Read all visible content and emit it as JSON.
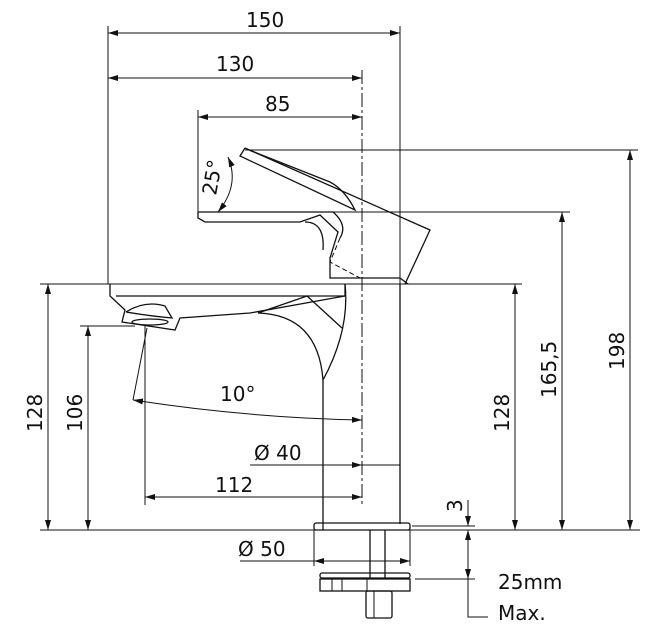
{
  "title": "Basin mixer technical drawing",
  "dimensions": {
    "overall_width": "150",
    "spout_reach_to_axis": "130",
    "lever_length": "85",
    "lever_angle": "25°",
    "spout_angle": "10°",
    "body_diameter": "Ø 40",
    "outlet_to_axis": "112",
    "base_diameter": "Ø 50",
    "base_thickness": "3",
    "height_to_base_left": "128",
    "outlet_height": "106",
    "height_to_base_right": "128",
    "height_to_lever": "165,5",
    "overall_height": "198",
    "deck_thickness_line1": "25mm",
    "deck_thickness_line2": "Max."
  }
}
